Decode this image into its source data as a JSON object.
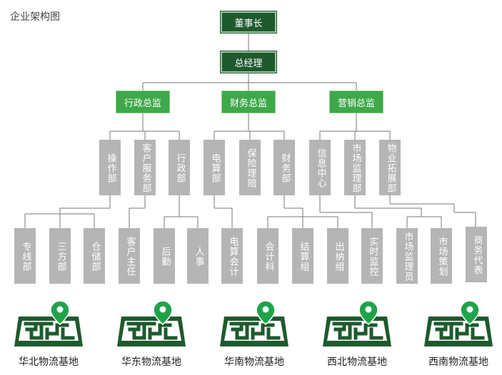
{
  "title": "企业架构图",
  "chairman": "董事长",
  "gm": "总经理",
  "directors": [
    "行政总监",
    "财务总监",
    "营销总监"
  ],
  "departments": [
    "操作部",
    "客户服务部",
    "行政部",
    "电算部",
    "保险理赔",
    "财务部",
    "信息中心",
    "市场监理部",
    "物业拓展部"
  ],
  "teams": [
    "专线部",
    "三方部",
    "仓储部",
    "客户主任",
    "后勤",
    "人事",
    "电算会计",
    "会计科",
    "结算组",
    "出纳组",
    "实时监控",
    "市场监理员",
    "市场策划",
    "商务代表"
  ],
  "bases": [
    "华北物流基地",
    "华东物流基地",
    "华南物流基地",
    "西北物流基地",
    "西南物流基地"
  ],
  "colors": {
    "dark_green": "#1e5a2e",
    "green": "#3ea84a",
    "gray_box": "#b5b5b5",
    "pin_green": "#1fa34a"
  }
}
